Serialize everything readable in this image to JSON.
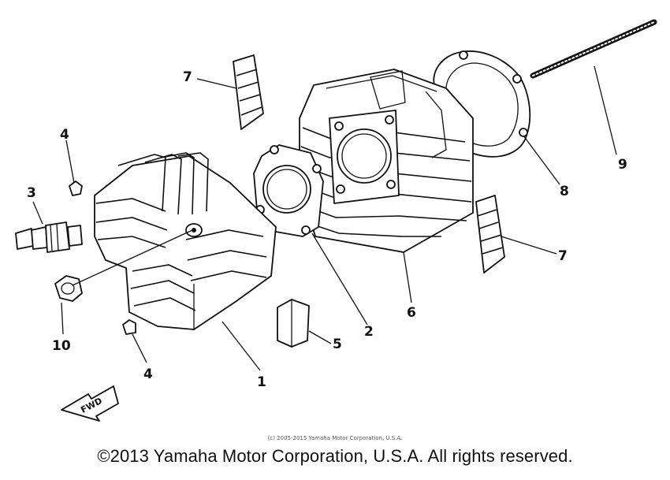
{
  "diagram": {
    "callouts": [
      "7",
      "4",
      "3",
      "10",
      "4",
      "1",
      "5",
      "2",
      "6",
      "8",
      "9",
      "7"
    ],
    "direction_marker": "FWD",
    "small_copyright": "(c) 2005-2015 Yamaha Motor Corporation, U.S.A.",
    "copyright": "©2013 Yamaha Motor Corporation, U.S.A. All rights reserved."
  }
}
